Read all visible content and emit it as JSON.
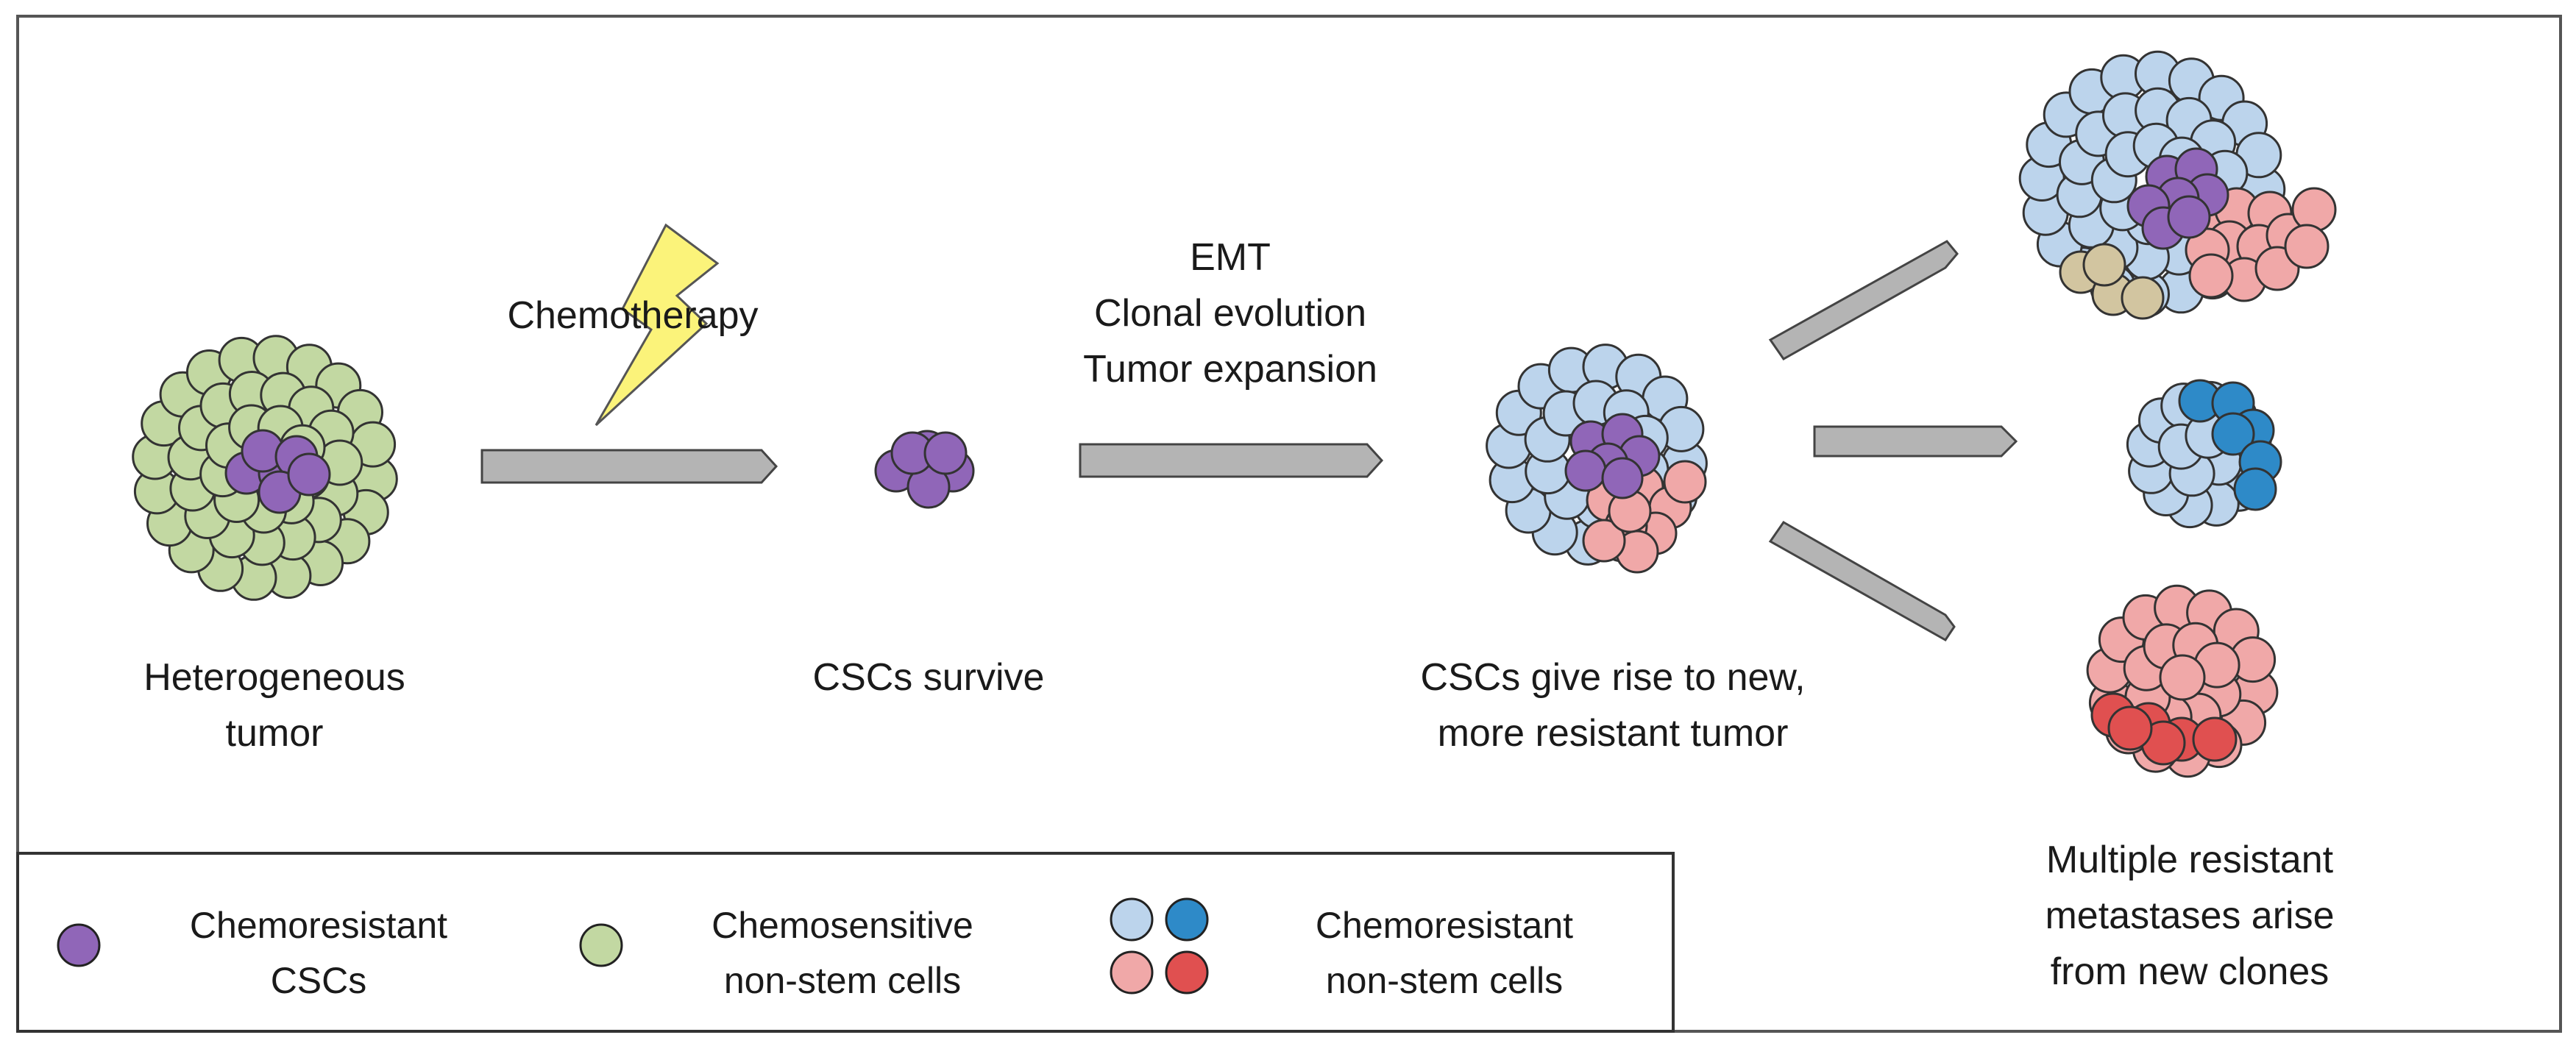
{
  "labels": {
    "chemotherapy": "Chemotherapy",
    "emt": "EMT",
    "clonal_evolution": "Clonal evolution",
    "tumor_expansion": "Tumor expansion",
    "heterogeneous_line1": "Heterogeneous",
    "heterogeneous_line2": "tumor",
    "cscs_survive": "CSCs survive",
    "new_tumor_line1": "CSCs give rise to new,",
    "new_tumor_line2": "more resistant tumor",
    "metastases_line1": "Multiple resistant",
    "metastases_line2": "metastases arise",
    "metastases_line3": "from new clones"
  },
  "legend": {
    "chemoresistant_cscs_line1": "Chemoresistant",
    "chemoresistant_cscs_line2": "CSCs",
    "chemosensitive_line1": "Chemosensitive",
    "chemosensitive_line2": "non-stem cells",
    "chemoresistant_nonstem_line1": "Chemoresistant",
    "chemoresistant_nonstem_line2": "non-stem cells"
  },
  "colors": {
    "csc_purple": "#9066b8",
    "sensitive_green": "#c2d8a2",
    "resistant_light_blue": "#bcd4ec",
    "resistant_dark_blue": "#2e8ac8",
    "resistant_pink": "#f0a8a8",
    "resistant_red": "#e05050",
    "tan": "#d2c5a0",
    "arrow_gray": "#b4b4b4",
    "lightning_yellow": "#fbf37a"
  }
}
